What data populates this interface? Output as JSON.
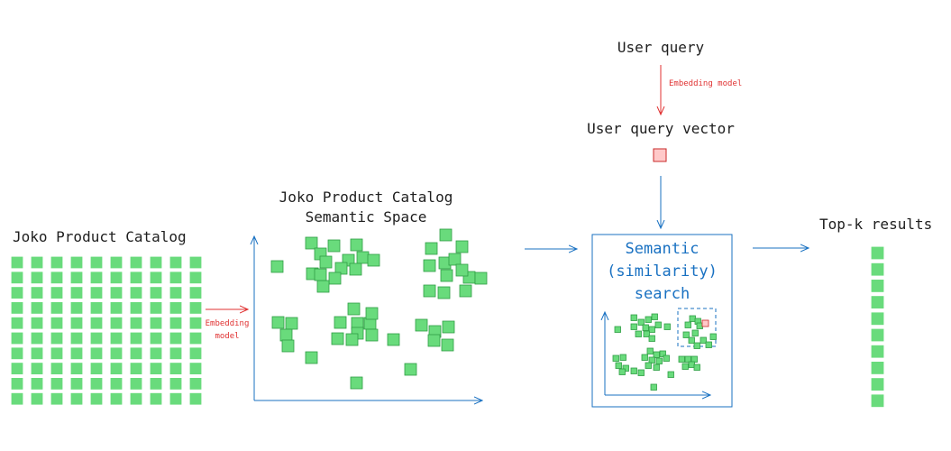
{
  "catalog": {
    "title": "Joko Product Catalog"
  },
  "semantic_space": {
    "title_line1": "Joko Product Catalog",
    "title_line2": "Semantic Space"
  },
  "embedding_left": {
    "line1": "Embedding",
    "line2": "model"
  },
  "query": {
    "title": "User query",
    "embedding_label": "Embedding model",
    "vector_title": "User query vector"
  },
  "search": {
    "line1": "Semantic",
    "line2": "(similarity)",
    "line3": "search"
  },
  "results": {
    "title": "Top-k results",
    "count": 10
  },
  "colors": {
    "green_fill": "#69db7c",
    "green_stroke": "#2f9e44",
    "pink_fill": "#ffc9c9",
    "pink_stroke": "#c92a2a",
    "blue": "#1971c2",
    "red": "#e03131"
  },
  "icons": {
    "items": "green-square-icon",
    "query_vector": "pink-square-icon"
  }
}
